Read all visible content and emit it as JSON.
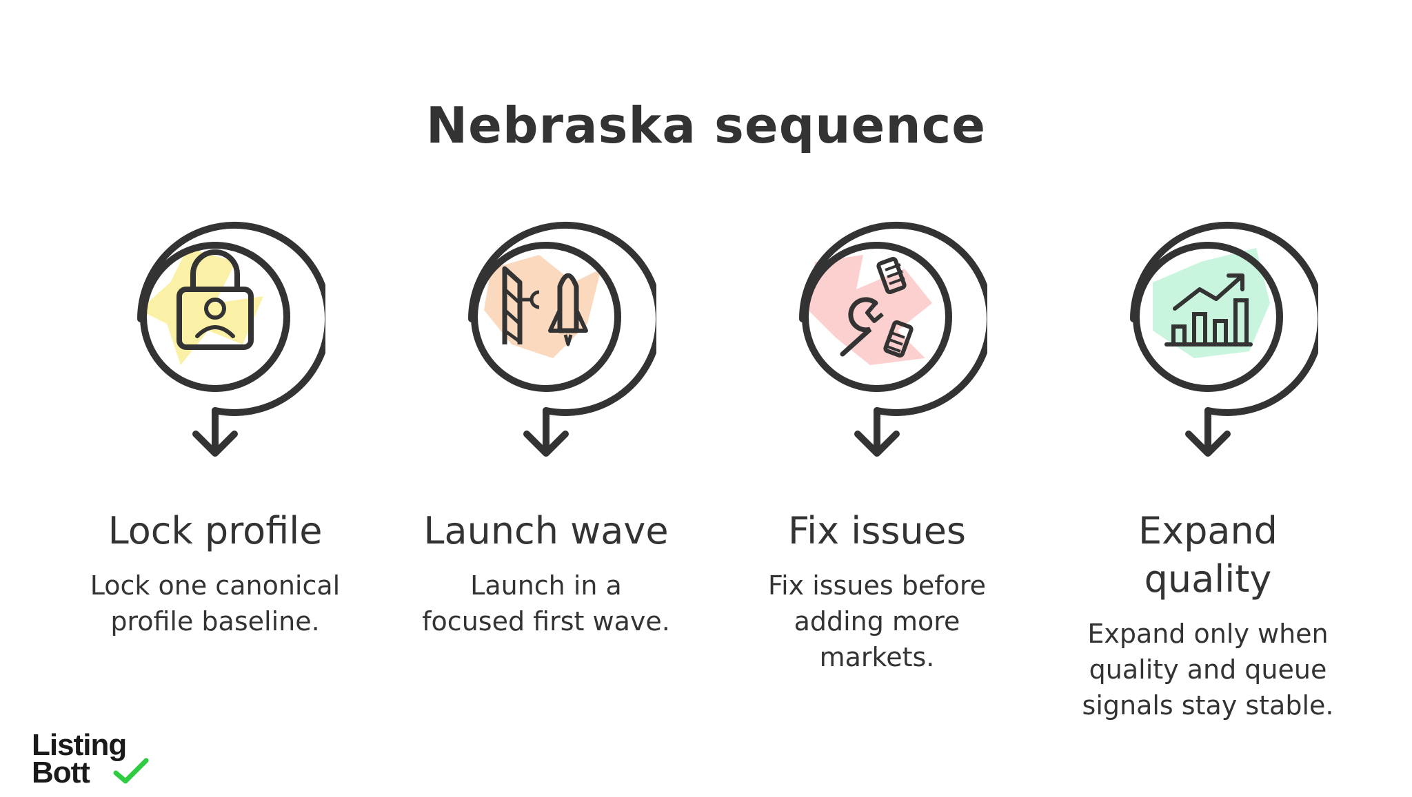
{
  "title": "Nebraska sequence",
  "colors": {
    "stroke": "#333333",
    "step1_accent": "#fbf1a6",
    "step2_accent": "#fbd9be",
    "step3_accent": "#fbd0cf",
    "step4_accent": "#c9f5df",
    "logo_check": "#2ecc40"
  },
  "steps": [
    {
      "title": "Lock profile",
      "icon": "padlock-user-icon",
      "desc_lines": [
        "Lock one canonical",
        "profile baseline."
      ]
    },
    {
      "title": "Launch wave",
      "icon": "rocket-launchpad-icon",
      "desc_lines": [
        "Launch in a",
        "focused first wave."
      ]
    },
    {
      "title": "Fix issues",
      "icon": "wrench-bolts-icon",
      "desc_lines": [
        "Fix issues before",
        "adding more",
        "markets."
      ]
    },
    {
      "title_lines": [
        "Expand",
        "quality"
      ],
      "icon": "growth-chart-icon",
      "desc_lines": [
        "Expand only when",
        "quality and queue",
        "signals stay stable."
      ]
    }
  ],
  "logo": {
    "line1": "Listing",
    "line2": "Bott"
  }
}
